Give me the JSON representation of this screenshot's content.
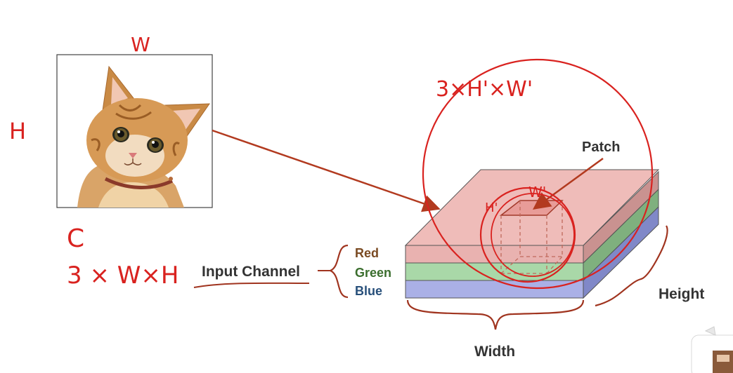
{
  "image_labels": {
    "width": "W",
    "height": "H",
    "channels": "C",
    "shape": "3 × W×H"
  },
  "input_channel": {
    "label": "Input Channel",
    "channels": [
      {
        "name": "Red",
        "color": "#7a4a22"
      },
      {
        "name": "Green",
        "color": "#3b6e2e"
      },
      {
        "name": "Blue",
        "color": "#274f7a"
      }
    ]
  },
  "volume": {
    "width_label": "Width",
    "height_label": "Height",
    "patch_label": "Patch",
    "patch_width": "W'",
    "patch_height": "H'",
    "patch_shape": "3×H'×W'"
  },
  "colors": {
    "ink": "#d9221f",
    "bracket": "#a0341f",
    "arrow": "#b23a1f",
    "red_layer": "#e9b2b0",
    "green_layer": "#a9d8a8",
    "blue_layer": "#aab0e6"
  }
}
